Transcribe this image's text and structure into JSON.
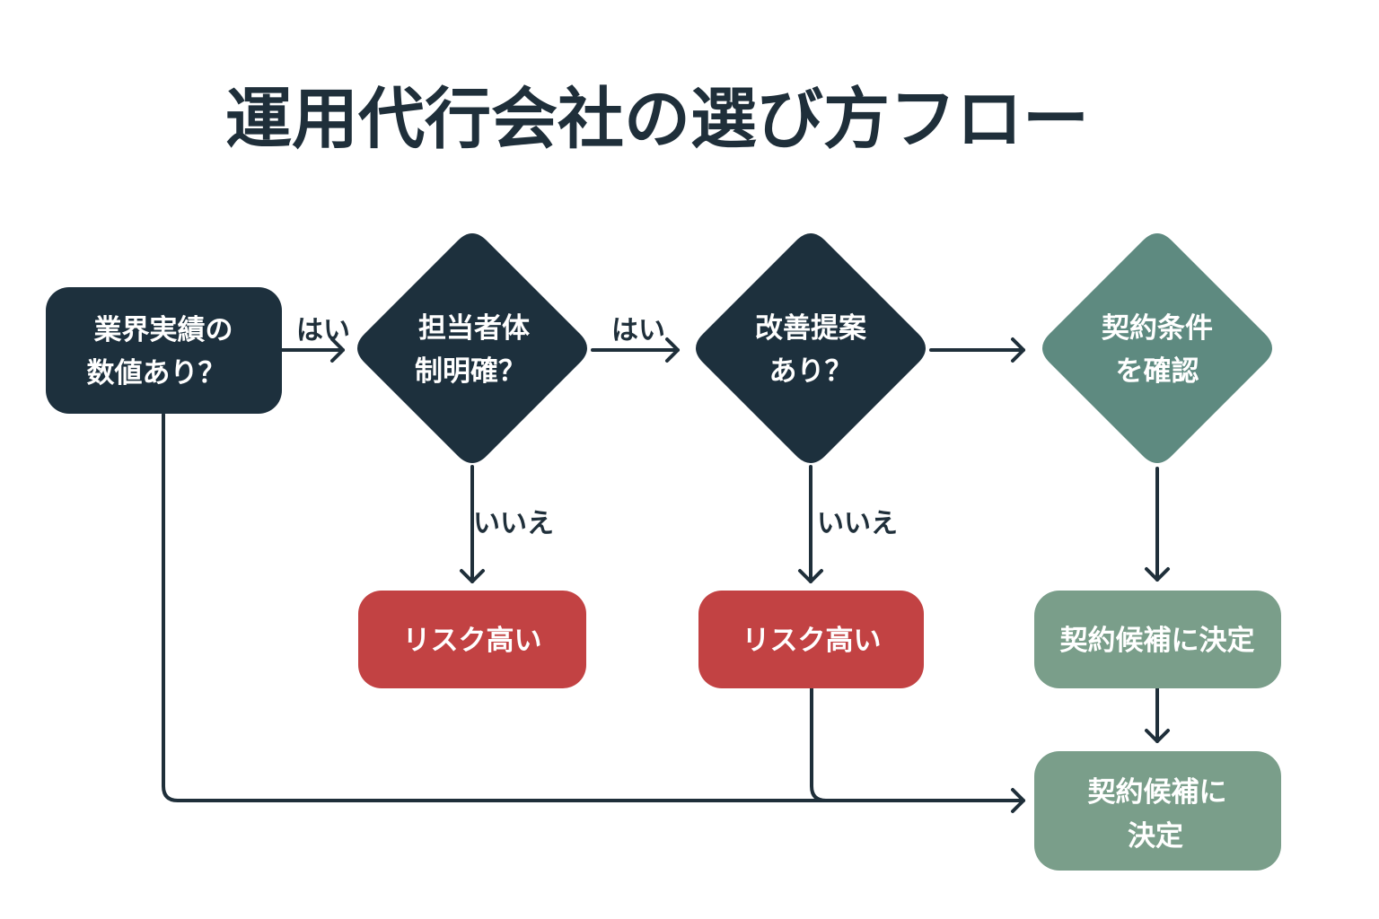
{
  "title": "運用代行会社の選び方フロー",
  "colors": {
    "dark": "#1d303d",
    "risk": "#c24243",
    "teal_diamond": "#5e8a80",
    "green_box": "#7a9e8a",
    "line": "#1f2f3a"
  },
  "nodes": {
    "q1": {
      "lines": [
        "業界実績の",
        "数値あり？"
      ]
    },
    "q2": {
      "lines": [
        "担当者体",
        "制明確？"
      ]
    },
    "q3": {
      "lines": [
        "改善提案",
        "あり？"
      ]
    },
    "q4": {
      "lines": [
        "契約条件",
        "を確認"
      ]
    },
    "risk1": {
      "lines": [
        "リスク高い"
      ]
    },
    "risk2": {
      "lines": [
        "リスク高い"
      ]
    },
    "candidate1": {
      "lines": [
        "契約候補に決定"
      ]
    },
    "candidate2": {
      "lines": [
        "契約候補に",
        "決定"
      ]
    }
  },
  "edge_labels": {
    "yes1": "はい",
    "yes2": "はい",
    "no1": "いいえ",
    "no2": "いいえ"
  }
}
